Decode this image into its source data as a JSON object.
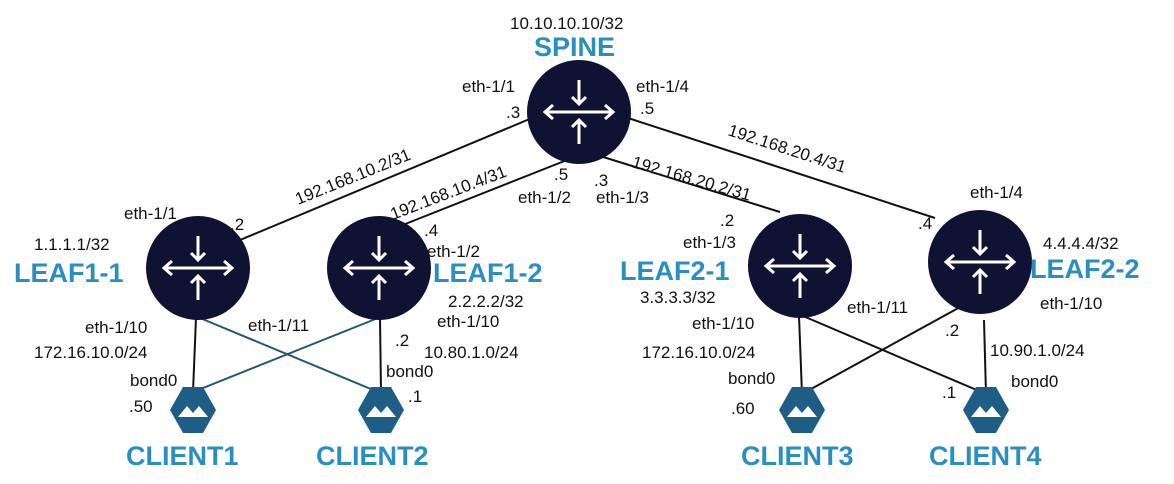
{
  "colors": {
    "router": "#0e1233",
    "client": "#1e5d85",
    "name": "#2a8fc0",
    "line_dark": "#111111",
    "line_teal": "#1d5b73"
  },
  "nodes": {
    "spine": {
      "name": "SPINE",
      "ip": "10.10.10.10/32",
      "icon": "router-icon"
    },
    "leaf1_1": {
      "name": "LEAF1-1",
      "ip": "1.1.1.1/32",
      "icon": "router-icon"
    },
    "leaf1_2": {
      "name": "LEAF1-2",
      "ip": "2.2.2.2/32",
      "icon": "router-icon"
    },
    "leaf2_1": {
      "name": "LEAF2-1",
      "ip": "3.3.3.3/32",
      "icon": "router-icon"
    },
    "leaf2_2": {
      "name": "LEAF2-2",
      "ip": "4.4.4.4/32",
      "icon": "router-icon"
    },
    "client1": {
      "name": "CLIENT1",
      "icon": "client-icon"
    },
    "client2": {
      "name": "CLIENT2",
      "icon": "client-icon"
    },
    "client3": {
      "name": "CLIENT3",
      "icon": "client-icon"
    },
    "client4": {
      "name": "CLIENT4",
      "icon": "client-icon"
    }
  },
  "links": {
    "spine_leaf1_1": {
      "subnet": "192.168.10.2/31",
      "spine_if": "eth-1/1",
      "spine_addr": ".3",
      "leaf_if": "eth-1/1",
      "leaf_addr": ".2"
    },
    "spine_leaf1_2": {
      "subnet": "192.168.10.4/31",
      "spine_if": "eth-1/2",
      "spine_addr": ".5",
      "leaf_if": "eth-1/2",
      "leaf_addr": ".4"
    },
    "spine_leaf2_1": {
      "subnet": "192.168.20.2/31",
      "spine_if": "eth-1/3",
      "spine_addr": ".3",
      "leaf_if": "eth-1/3",
      "leaf_addr": ".2"
    },
    "spine_leaf2_2": {
      "subnet": "192.168.20.4/31",
      "spine_if": "eth-1/4",
      "spine_addr": ".5",
      "leaf_if": "eth-1/4",
      "leaf_addr": ".4"
    }
  },
  "left_pod": {
    "leaf1_1_if": "eth-1/10",
    "leaf1_1_cross_if": "eth-1/11",
    "subnet_a": "172.16.10.0/24",
    "client1_bond": "bond0",
    "client1_addr": ".50",
    "leaf1_2_if": "eth-1/10",
    "leaf1_2_addr": ".2",
    "subnet_b": "10.80.1.0/24",
    "client2_bond": "bond0",
    "client2_addr": ".1"
  },
  "right_pod": {
    "leaf2_1_if": "eth-1/10",
    "leaf2_1_cross_if": "eth-1/11",
    "subnet_a": "172.16.10.0/24",
    "client3_bond": "bond0",
    "client3_addr": ".60",
    "leaf2_2_if": "eth-1/10",
    "leaf2_2_addr": ".2",
    "subnet_b": "10.90.1.0/24",
    "client4_bond": "bond0",
    "client4_addr": ".1"
  }
}
